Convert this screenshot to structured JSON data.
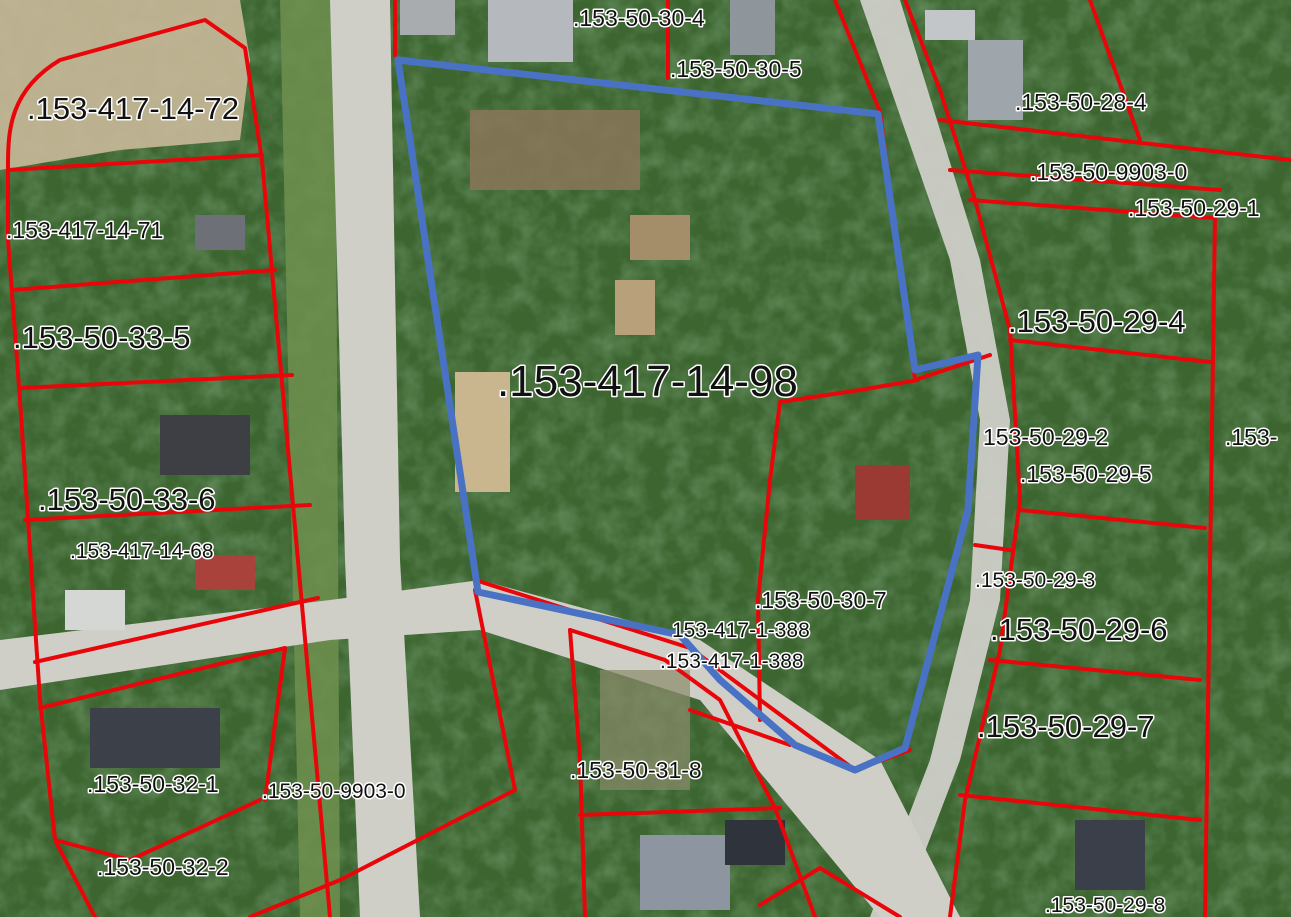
{
  "map": {
    "colors": {
      "parcel_boundary": "#e8060a",
      "selected_boundary": "#4a72c4",
      "vegetation_dark": "#1f3f1c",
      "vegetation_mid": "#3c6530",
      "field": "#c9b99a",
      "road": "#cfcfc8",
      "label_text": "#111111",
      "label_halo": "#ffffff"
    },
    "selected_parcel": {
      "label": ".153-417-14-98"
    },
    "parcel_labels": [
      ".153-50-30-4",
      ".153-50-30-5",
      ".153-50-28-4",
      ".153-417-14-72",
      ".153-50-9903-0",
      ".153-50-29-1",
      ".153-417-14-71",
      ".153-50-29-4",
      ".153-50-33-5",
      ".153-417-14-98",
      "153-50-29-2",
      ".153-",
      ".153-50-29-5",
      ".153-50-33-6",
      ".153-417-14-68",
      ".153-50-29-3",
      ".153-50-30-7",
      ".153-50-29-6",
      "153-417-1-388",
      ".153-417-1-388",
      ".153-50-29-7",
      ".153-50-31-8",
      ".153-50-32-1",
      ".153-50-9903-0",
      ".153-50-32-2",
      ".153-50-29-8"
    ]
  }
}
